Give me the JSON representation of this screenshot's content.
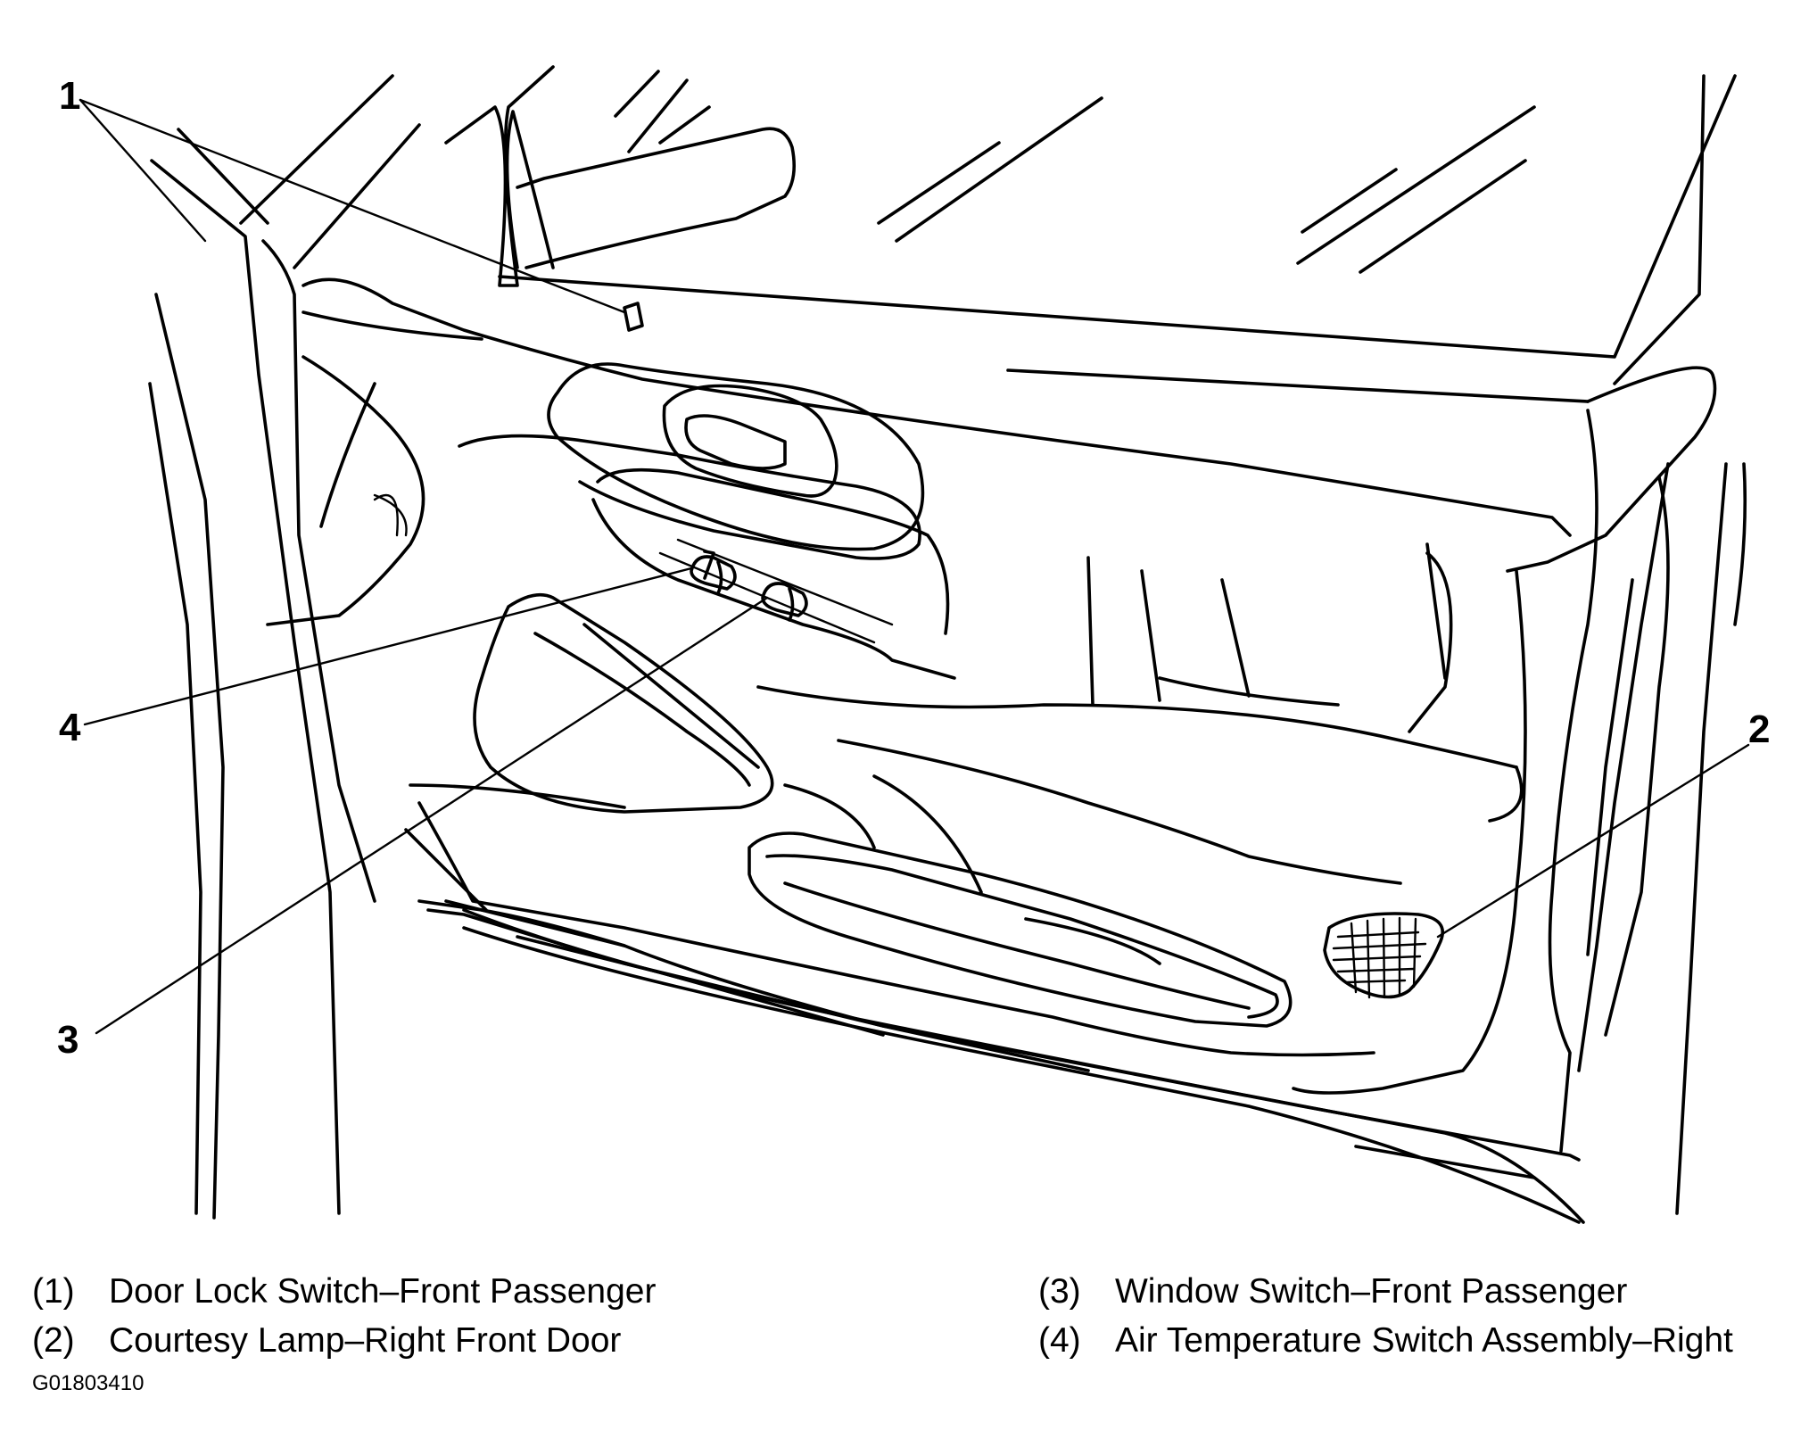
{
  "callouts": {
    "c1": "1",
    "c2": "2",
    "c3": "3",
    "c4": "4"
  },
  "legend": {
    "left": [
      {
        "num": "(1)",
        "text": "Door Lock Switch–Front Passenger"
      },
      {
        "num": "(2)",
        "text": "Courtesy Lamp–Right Front Door"
      }
    ],
    "right": [
      {
        "num": "(3)",
        "text": "Window Switch–Front Passenger"
      },
      {
        "num": "(4)",
        "text": "Air Temperature Switch Assembly–Right"
      }
    ]
  },
  "figure_id": "G01803410"
}
